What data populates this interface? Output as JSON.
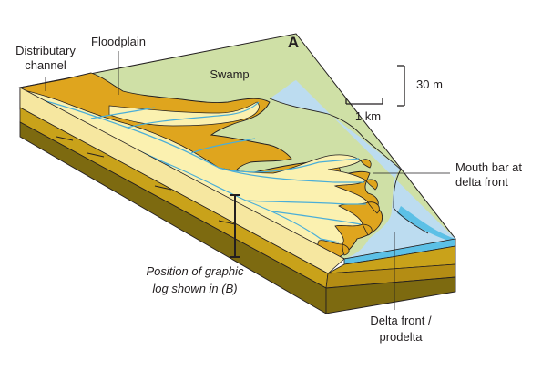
{
  "figure": {
    "panel_letter": "A",
    "labels": {
      "distributary_channel_line1": "Distributary",
      "distributary_channel_line2": "channel",
      "floodplain": "Floodplain",
      "swamp": "Swamp",
      "mouth_bar_line1": "Mouth bar at",
      "mouth_bar_line2": "delta front",
      "delta_front_line1": "Delta front /",
      "delta_front_line2": "prodelta",
      "graphic_log_line1": "Position of graphic",
      "graphic_log_line2": "log shown in (B)"
    },
    "scale": {
      "vertical_label": "30 m",
      "horizontal_label": "1 km"
    },
    "colors": {
      "swamp_green": "#cfe0a6",
      "floodplain_gold": "#dfa51e",
      "channel_sand": "#fbf1b0",
      "channel_line_blue": "#4aaed8",
      "sea_light": "#bcdcf0",
      "sea_edge": "#5cc0e6",
      "subsurface_olive": "#7d6a10",
      "subsurface_gold": "#c9a21a",
      "subsurface_cream": "#f6e7a0",
      "outline": "#231f20"
    }
  }
}
